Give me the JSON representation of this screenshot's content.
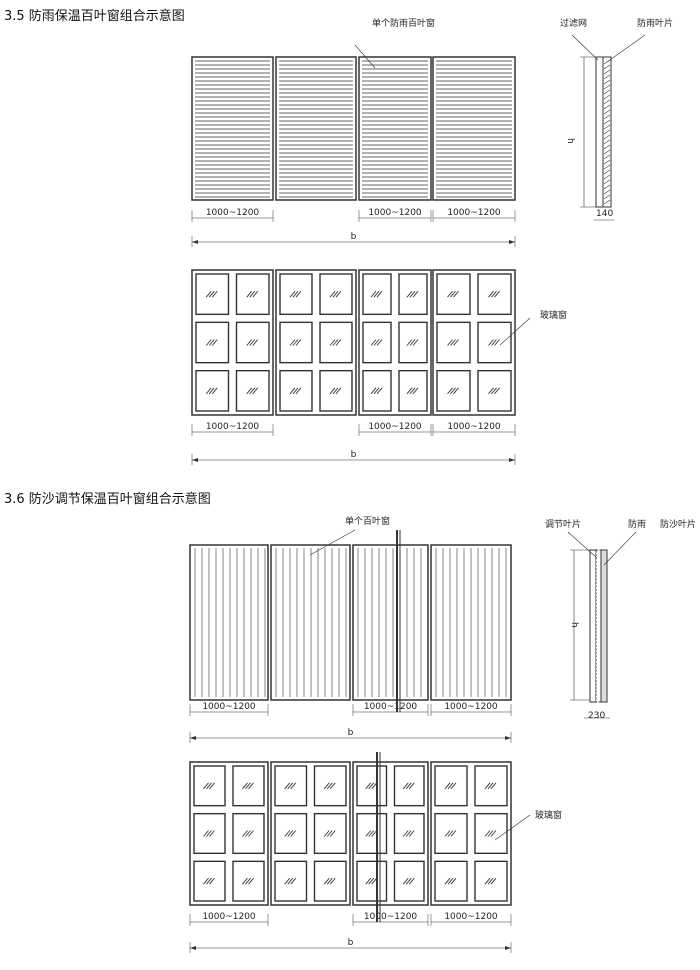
{
  "section1": {
    "title": "3.5  防雨保温百叶窗组合示意图",
    "louver_label": "单个防雨百叶窗",
    "side_filter_label": "过滤网",
    "side_blade_label": "防雨叶片",
    "height_symbol": "h",
    "depth": "140",
    "panel_width": "1000~1200",
    "total_width": "b",
    "glass_label": "玻璃窗"
  },
  "section2": {
    "title": "3.6  防沙调节保温百叶窗组合示意图",
    "louver_label": "单个百叶窗",
    "side_adjust_label": "调节叶片",
    "side_rain_label": "防雨",
    "side_sand_label": "防沙叶片",
    "height_symbol": "h",
    "depth": "230",
    "panel_width": "1000~1200",
    "total_width": "b",
    "glass_label": "玻璃窗"
  }
}
